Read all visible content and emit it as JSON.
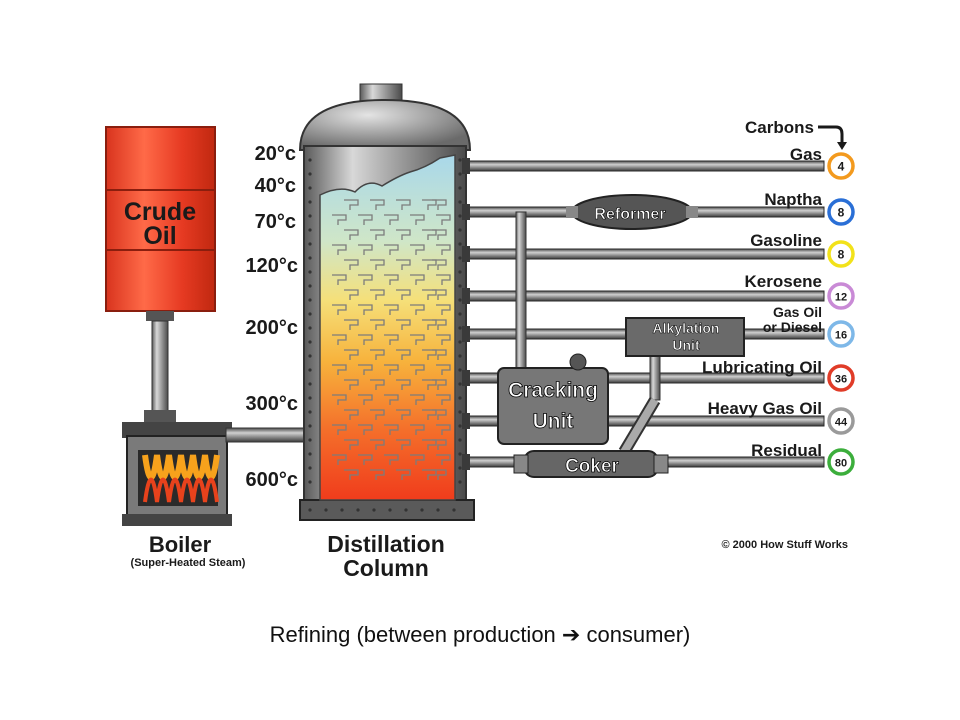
{
  "crude": {
    "line1": "Crude",
    "line2": "Oil"
  },
  "boiler": {
    "title": "Boiler",
    "subtitle": "(Super-Heated Steam)"
  },
  "column": {
    "line1": "Distillation",
    "line2": "Column"
  },
  "temperatures": [
    "20°c",
    "40°c",
    "70°c",
    "120°c",
    "200°c",
    "300°c",
    "600°c"
  ],
  "carbons_label": "Carbons",
  "products": [
    {
      "name": "Gas",
      "carbons": "4",
      "color": "#f39a1e"
    },
    {
      "name": "Naptha",
      "carbons": "8",
      "color": "#2a6fd6"
    },
    {
      "name": "Gasoline",
      "carbons": "8",
      "color": "#f2e21a"
    },
    {
      "name": "Kerosene",
      "carbons": "12",
      "color": "#c98ad6"
    },
    {
      "name_line1": "Gas Oil",
      "name_line2": "or Diesel",
      "carbons": "16",
      "color": "#7eb8e8"
    },
    {
      "name": "Lubricating Oil",
      "carbons": "36",
      "color": "#e03c28"
    },
    {
      "name": "Heavy Gas Oil",
      "carbons": "44",
      "color": "#9a9a9a"
    },
    {
      "name": "Residual",
      "carbons": "80",
      "color": "#3cae3c"
    }
  ],
  "units": {
    "reformer": "Reformer",
    "alkylation_line1": "Alkylation",
    "alkylation_line2": "Unit",
    "cracking_line1": "Cracking",
    "cracking_line2": "Unit",
    "coker": "Coker"
  },
  "copyright": "© 2000 How Stuff Works",
  "caption": "Refining (between production  consumer)",
  "caption_parts": {
    "before": "Refining (between production ",
    "arrow": "",
    "after": " consumer)"
  }
}
